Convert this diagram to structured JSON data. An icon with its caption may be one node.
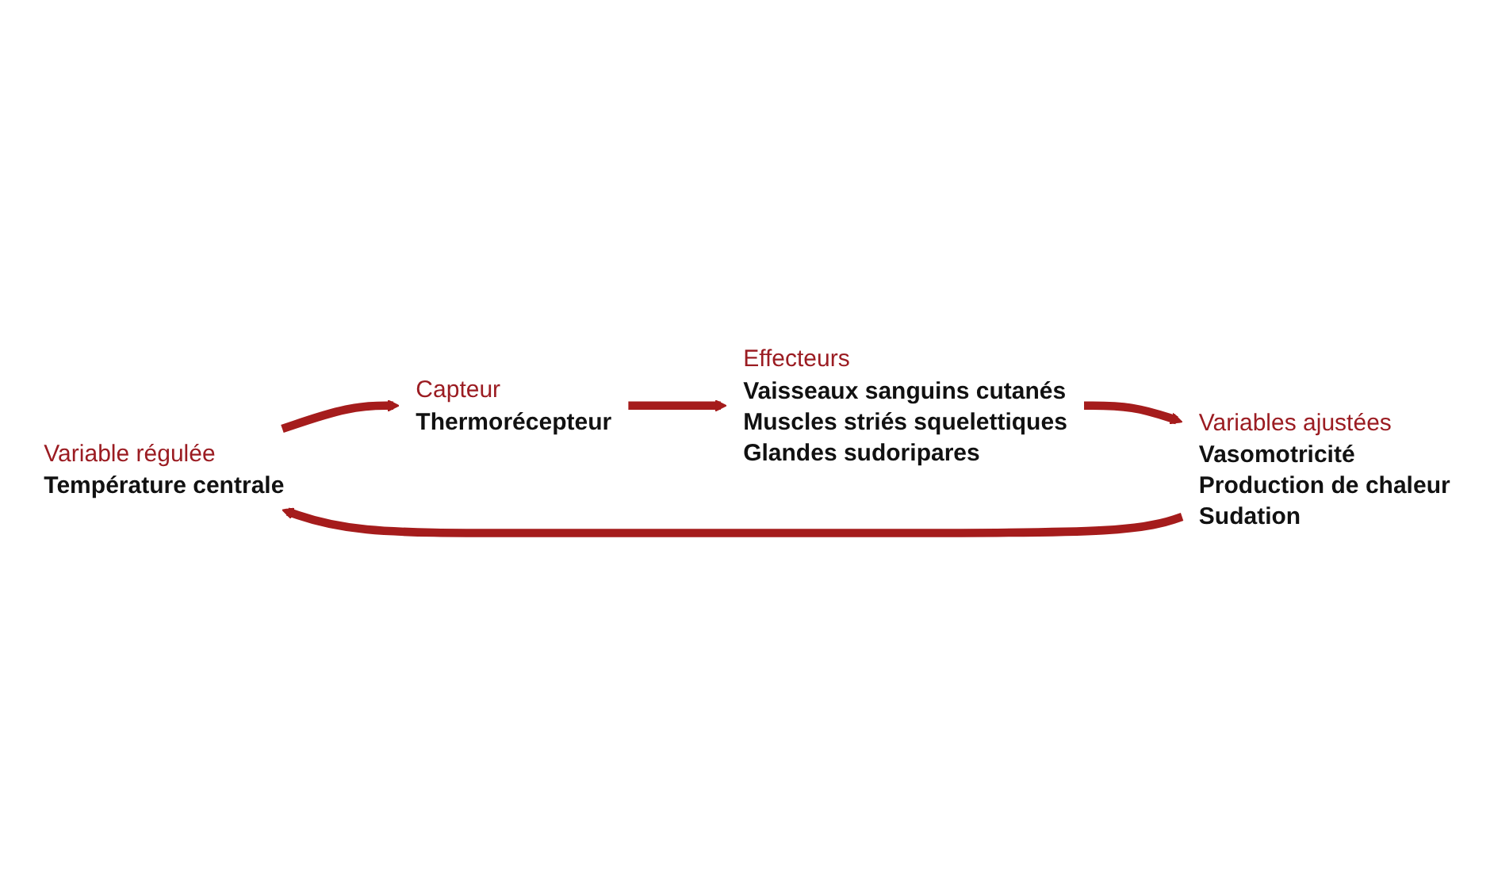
{
  "diagram": {
    "nodes": [
      {
        "text": [
          "Variable régulée",
          "Température centrale"
        ]
      },
      {
        "text": [
          "Capteur",
          "Thermorécepteur"
        ]
      },
      {
        "text": [
          "Effecteurs",
          "Vaisseaux sanguins cutanés",
          "Muscles striés squelettiques",
          "Glandes sudoripares"
        ]
      },
      {
        "text": [
          "Variables ajustées",
          "Vasomotricité",
          "Production de chaleur",
          "Sudation"
        ]
      }
    ],
    "edges": [
      {
        "from": 0,
        "to": 1,
        "arrow": "to",
        "color": "#a51c1c"
      },
      {
        "from": 1,
        "to": 2,
        "arrow": "to",
        "color": "#a51c1c"
      },
      {
        "from": 2,
        "to": 3,
        "arrow": "to",
        "color": "#a51c1c"
      },
      {
        "from": 3,
        "to": 0,
        "arrow": "to",
        "color": "#a51c1c"
      }
    ]
  }
}
